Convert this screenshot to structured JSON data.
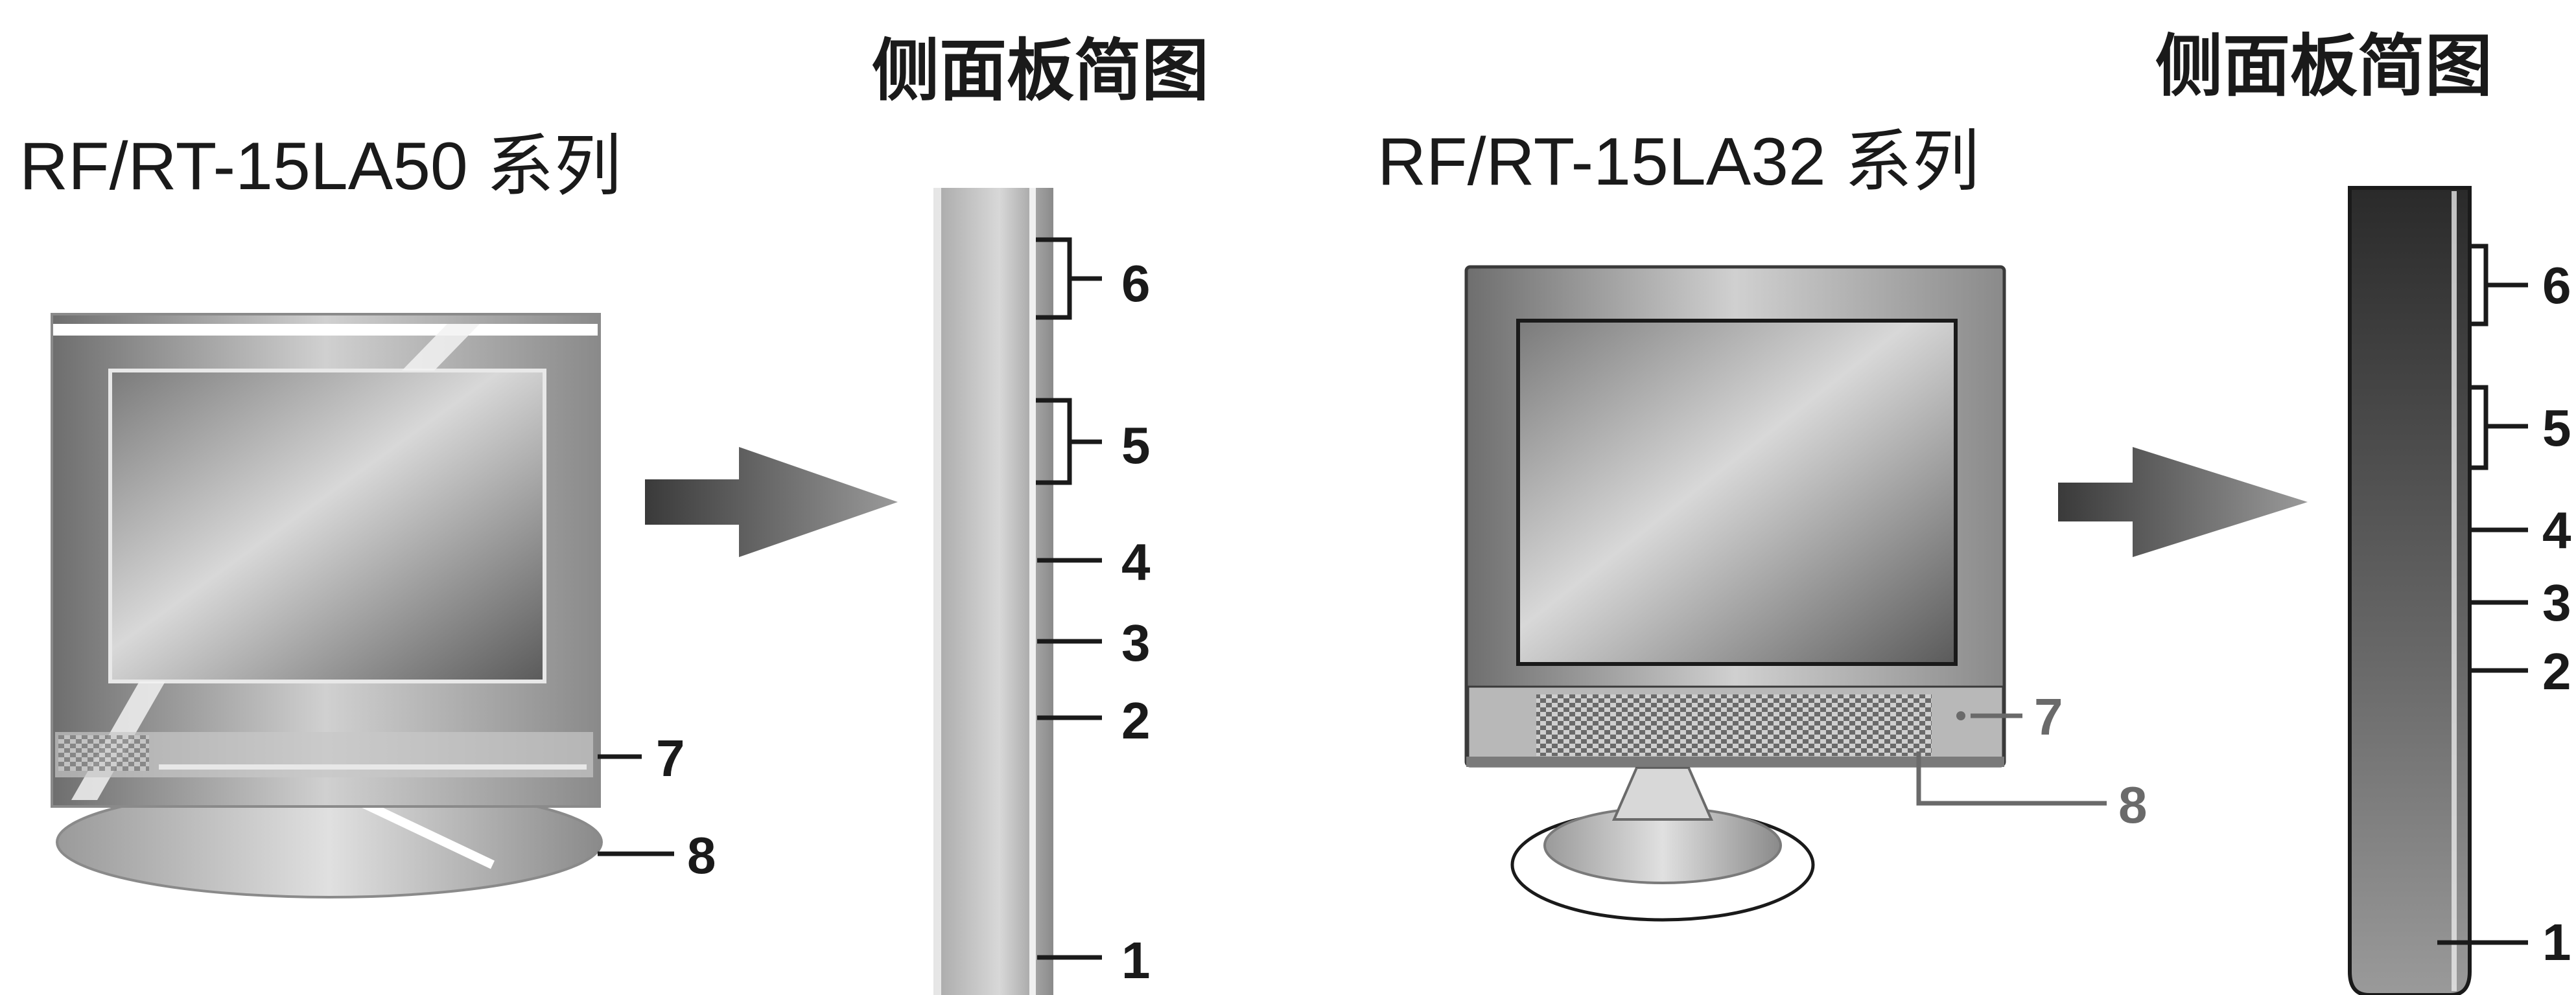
{
  "left": {
    "model_title": "RF/RT-15LA50 系列",
    "panel_title": "侧面板简图",
    "callouts": {
      "c1": "1",
      "c2": "2",
      "c3": "3",
      "c4": "4",
      "c5": "5",
      "c6": "6",
      "c7": "7",
      "c8": "8"
    }
  },
  "right": {
    "model_title": "RF/RT-15LA32 系列",
    "panel_title": "侧面板简图",
    "callouts": {
      "c1": "1",
      "c2": "2",
      "c3": "3",
      "c4": "4",
      "c5": "5",
      "c6": "6",
      "c7": "7",
      "c8": "8"
    }
  },
  "colors": {
    "ink": "#1a1a1a",
    "light_grey": "#c8c8c8",
    "mid_grey": "#8a8a8a",
    "dark_grey": "#3a3a3a"
  },
  "icons": [
    "tv-monitor-icon",
    "arrow-right-icon",
    "side-panel-icon"
  ]
}
